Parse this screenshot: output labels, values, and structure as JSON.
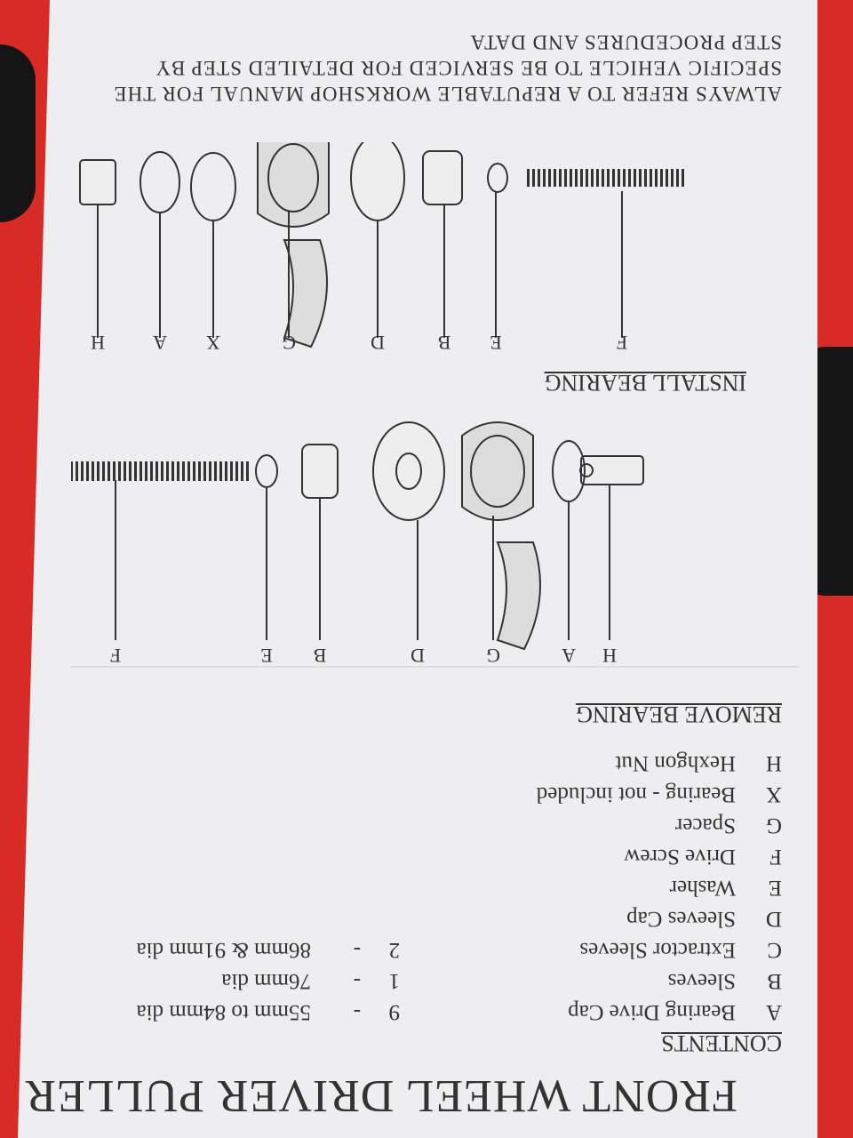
{
  "title": "FRONT WHEEL DRIVER PULLER",
  "contents": {
    "heading": "CONTENTS",
    "items": [
      {
        "key": "A",
        "name": "Bearing Drive Cap",
        "qty": "9",
        "dash": "-",
        "size": "55mm to 84mm dia"
      },
      {
        "key": "B",
        "name": "Sleeves",
        "qty": "1",
        "dash": "-",
        "size": "76mm dia"
      },
      {
        "key": "C",
        "name": "Extractor Sleeves",
        "qty": "2",
        "dash": "-",
        "size": "86mm & 91mm dia"
      },
      {
        "key": "D",
        "name": "Sleeves Cap"
      },
      {
        "key": "E",
        "name": "Washer"
      },
      {
        "key": "F",
        "name": "Drive Screw"
      },
      {
        "key": "G",
        "name": "Spacer"
      },
      {
        "key": "X",
        "name": "Bearing - not included"
      },
      {
        "key": "H",
        "name": "Hexhgon Nut"
      }
    ]
  },
  "remove": {
    "heading": "REMOVE BEARING",
    "labels": [
      "H",
      "A",
      "G",
      "D",
      "B",
      "E",
      "F"
    ]
  },
  "install": {
    "heading": "INSTALL BEARING",
    "labels": [
      "F",
      "E",
      "B",
      "D",
      "G",
      "X",
      "A",
      "H"
    ]
  },
  "note": "ALWAYS REFER TO A REPUTABLE WORKSHOP MANUAL FOR THE SPECIFIC VEHICLE TO BE SERVICED FOR DETAILED STEP BY STEP PROCEDURES AND DATA",
  "colors": {
    "paper": "#eeeef0",
    "ink": "#333333",
    "case_red": "#d92b25",
    "case_black": "#151515"
  }
}
